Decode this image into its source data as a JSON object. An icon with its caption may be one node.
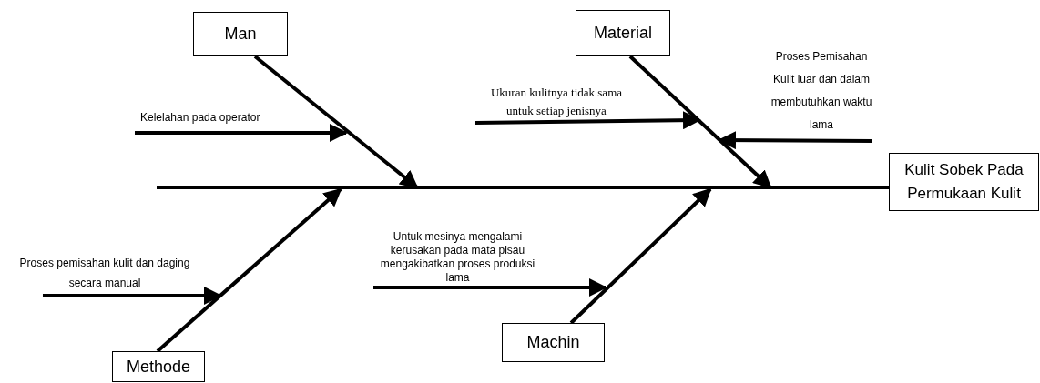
{
  "diagram": {
    "nodes": [
      {
        "text": [
          "Man"
        ]
      },
      {
        "text": [
          "Material"
        ]
      },
      {
        "text": [
          "Kulit Sobek Pada Permukaan Kulit"
        ]
      },
      {
        "text": [
          "Methode"
        ]
      },
      {
        "text": [
          "Machin"
        ]
      },
      {
        "text": [
          "Kelelahan pada operator"
        ]
      },
      {
        "text": [
          "Ukuran kulitnya tidak sama untuk setiap jenisnya"
        ]
      },
      {
        "text": [
          "Proses Pemisahan Kulit luar dan dalam membutuhkan waktu lama"
        ]
      },
      {
        "text": [
          "Proses pemisahan kulit dan daging secara manual"
        ]
      },
      {
        "text": [
          "Untuk mesinya mengalami kerusakan pada mata pisau mengakibatkan proses produksi lama"
        ]
      }
    ],
    "edges": [
      {
        "from": null,
        "to": 2,
        "arrow": "none"
      },
      {
        "from": 0,
        "to": null,
        "arrow": "to"
      },
      {
        "from": 1,
        "to": null,
        "arrow": "to"
      },
      {
        "from": 3,
        "to": null,
        "arrow": "to"
      },
      {
        "from": 4,
        "to": null,
        "arrow": "to"
      },
      {
        "from": 5,
        "to": null,
        "arrow": "to"
      },
      {
        "from": 6,
        "to": null,
        "arrow": "to"
      },
      {
        "from": 7,
        "to": null,
        "arrow": "to"
      },
      {
        "from": 8,
        "to": null,
        "arrow": "to"
      },
      {
        "from": 9,
        "to": null,
        "arrow": "to"
      }
    ]
  }
}
